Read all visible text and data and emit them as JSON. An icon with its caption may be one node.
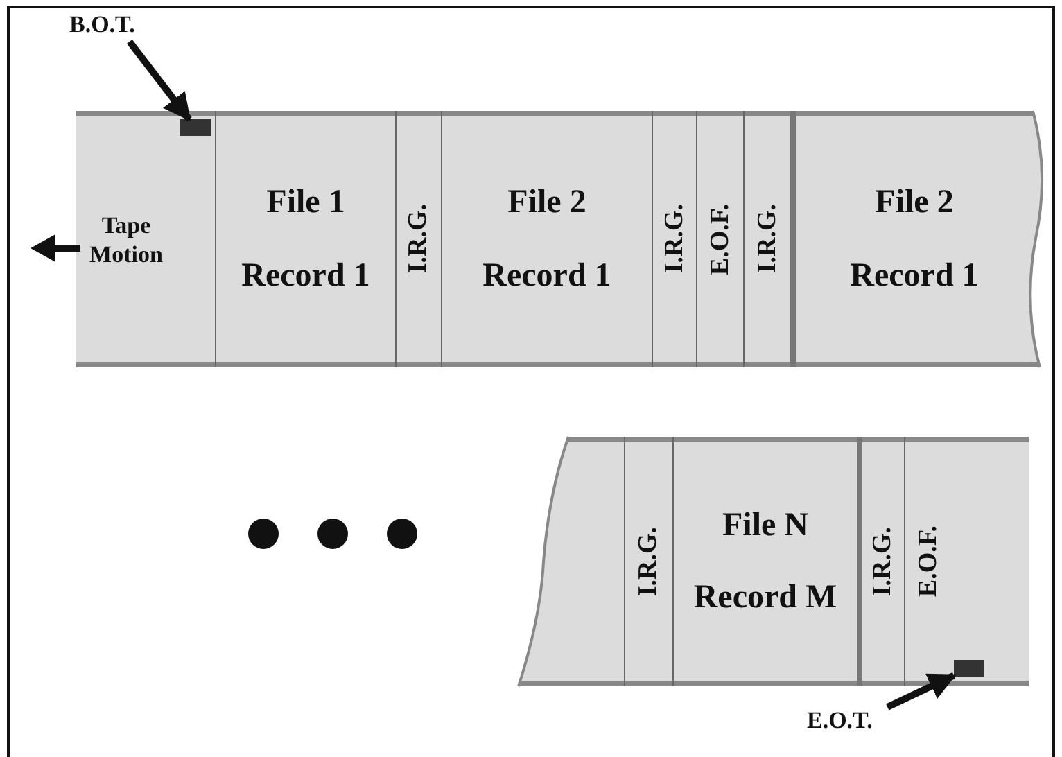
{
  "diagram": {
    "nodes": [
      {
        "text": [
          "B.O.T."
        ]
      },
      {
        "text": [],
        "shape": "bar"
      },
      {
        "text": [],
        "shape": "box",
        "in": 1
      },
      {
        "text": [
          "File 1",
          "Record 1"
        ],
        "in": 1
      },
      {
        "text": [
          "I.R.G."
        ],
        "in": 1
      },
      {
        "text": [
          "File 2",
          "Record 1"
        ],
        "in": 1
      },
      {
        "text": [
          "I.R.G."
        ],
        "in": 1
      },
      {
        "text": [
          "E.O.F."
        ],
        "in": 1
      },
      {
        "text": [
          "I.R.G."
        ],
        "in": 1
      },
      {
        "text": [
          "File 2",
          "Record 1"
        ],
        "in": 1
      },
      {
        "text": [],
        "shape": "bar"
      },
      {
        "text": [
          "I.R.G."
        ],
        "in": 10
      },
      {
        "text": [
          "File N",
          "Record M"
        ],
        "in": 10
      },
      {
        "text": [
          "I.R.G."
        ],
        "in": 10
      },
      {
        "text": [
          "E.O.F."
        ],
        "in": 10
      },
      {
        "text": [],
        "shape": "box",
        "in": 10
      },
      {
        "text": [
          "E.O.T."
        ]
      }
    ],
    "edges": [
      {
        "from": 0,
        "to": 2,
        "arrow": "to"
      },
      {
        "from": 16,
        "to": 15,
        "arrow": "to"
      }
    ],
    "labels": [
      "Tape Motion"
    ]
  }
}
